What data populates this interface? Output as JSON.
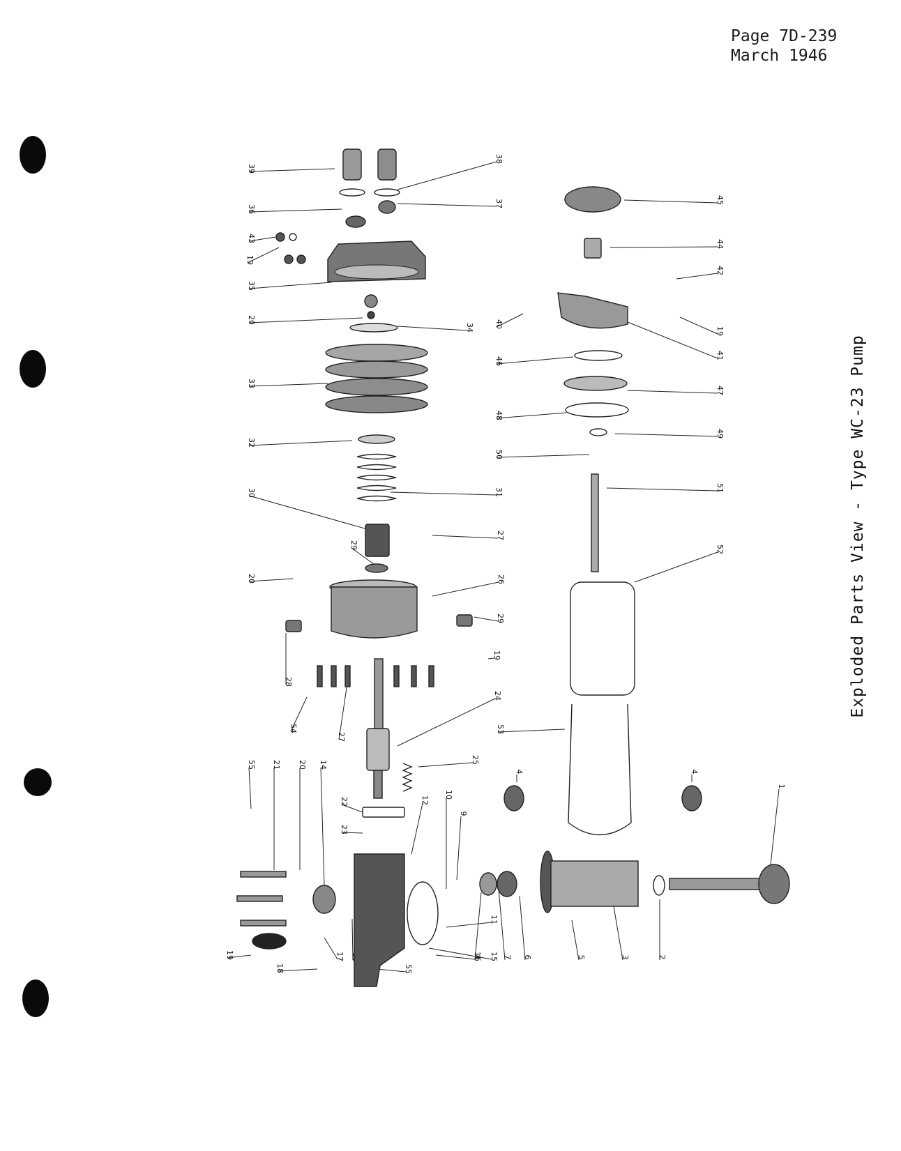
{
  "header": {
    "page": "Page 7D-239",
    "date": "March 1946"
  },
  "figure": {
    "caption": "Exploded Parts View - Type WC-23 Pump"
  },
  "callouts": [
    "1",
    "2",
    "3",
    "4",
    "4",
    "5",
    "6",
    "7",
    "8",
    "9",
    "10",
    "11",
    "12",
    "13",
    "14",
    "15",
    "16",
    "17",
    "18",
    "19",
    "19",
    "19",
    "19",
    "20",
    "20",
    "20",
    "21",
    "22",
    "23",
    "24",
    "25",
    "26",
    "27",
    "27",
    "28",
    "29",
    "29",
    "30",
    "31",
    "32",
    "33",
    "34",
    "35",
    "36",
    "37",
    "38",
    "39",
    "40",
    "41",
    "42",
    "43",
    "44",
    "45",
    "46",
    "47",
    "48",
    "49",
    "50",
    "51",
    "52",
    "53",
    "54",
    "55",
    "55",
    "55"
  ]
}
